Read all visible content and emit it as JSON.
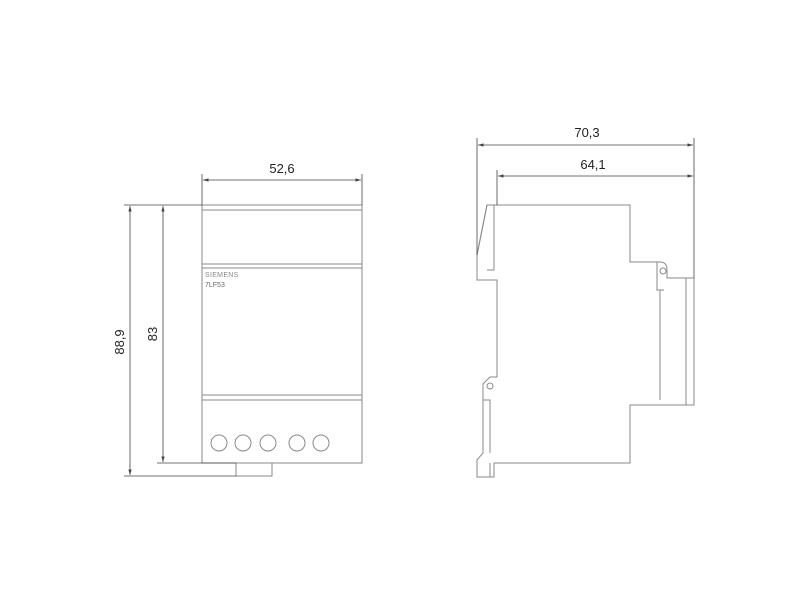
{
  "front_view": {
    "brand": "SIEMENS",
    "model": "7LF53",
    "dim_width": "52,6",
    "dim_height_body": "83",
    "dim_height_total": "88,9"
  },
  "side_view": {
    "dim_depth_total": "70,3",
    "dim_depth_body": "64,1"
  },
  "colors": {
    "outline": "#8a8a8a",
    "dimension_line": "#444444",
    "text": "#222222"
  }
}
